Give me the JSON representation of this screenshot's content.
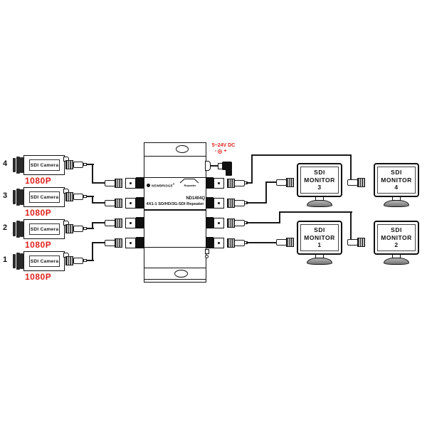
{
  "power": {
    "label": "5~24V DC",
    "minus": "-",
    "plus": "+"
  },
  "repeater": {
    "brand": "NEWBRIDGE",
    "brand_reg": "®",
    "panel_label": "Repeater",
    "model": "ND1404Q",
    "description": "4X1:1 SD/HD/3G-SDI Repeater"
  },
  "cameras": [
    {
      "number": "4",
      "label": "SDI Camera",
      "resolution": "1080P"
    },
    {
      "number": "3",
      "label": "SDI Camera",
      "resolution": "1080P"
    },
    {
      "number": "2",
      "label": "SDI Camera",
      "resolution": "1080P"
    },
    {
      "number": "1",
      "label": "SDI Camera",
      "resolution": "1080P"
    }
  ],
  "monitors": [
    {
      "line1": "SDI",
      "line2": "MONITOR",
      "number": "3"
    },
    {
      "line1": "SDI",
      "line2": "MONITOR",
      "number": "4"
    },
    {
      "line1": "SDI",
      "line2": "MONITOR",
      "number": "1"
    },
    {
      "line1": "SDI",
      "line2": "MONITOR",
      "number": "2"
    }
  ],
  "colors": {
    "accent_red": "#e0211c",
    "line_black": "#1a1a1a"
  },
  "icons": {
    "camera-lens-icon": "css vertical bars",
    "bnc-connector-icon": "css ridged block + barrel + pin",
    "bnc-port-icon": "black block + white square with dot",
    "dc-plug-icon": "css black L-shape plug",
    "dc-polarity-icon": "minus circle-dot plus",
    "mounting-hole-icon": "oval outline",
    "monitor-stand-icon": "neck + dish base"
  }
}
